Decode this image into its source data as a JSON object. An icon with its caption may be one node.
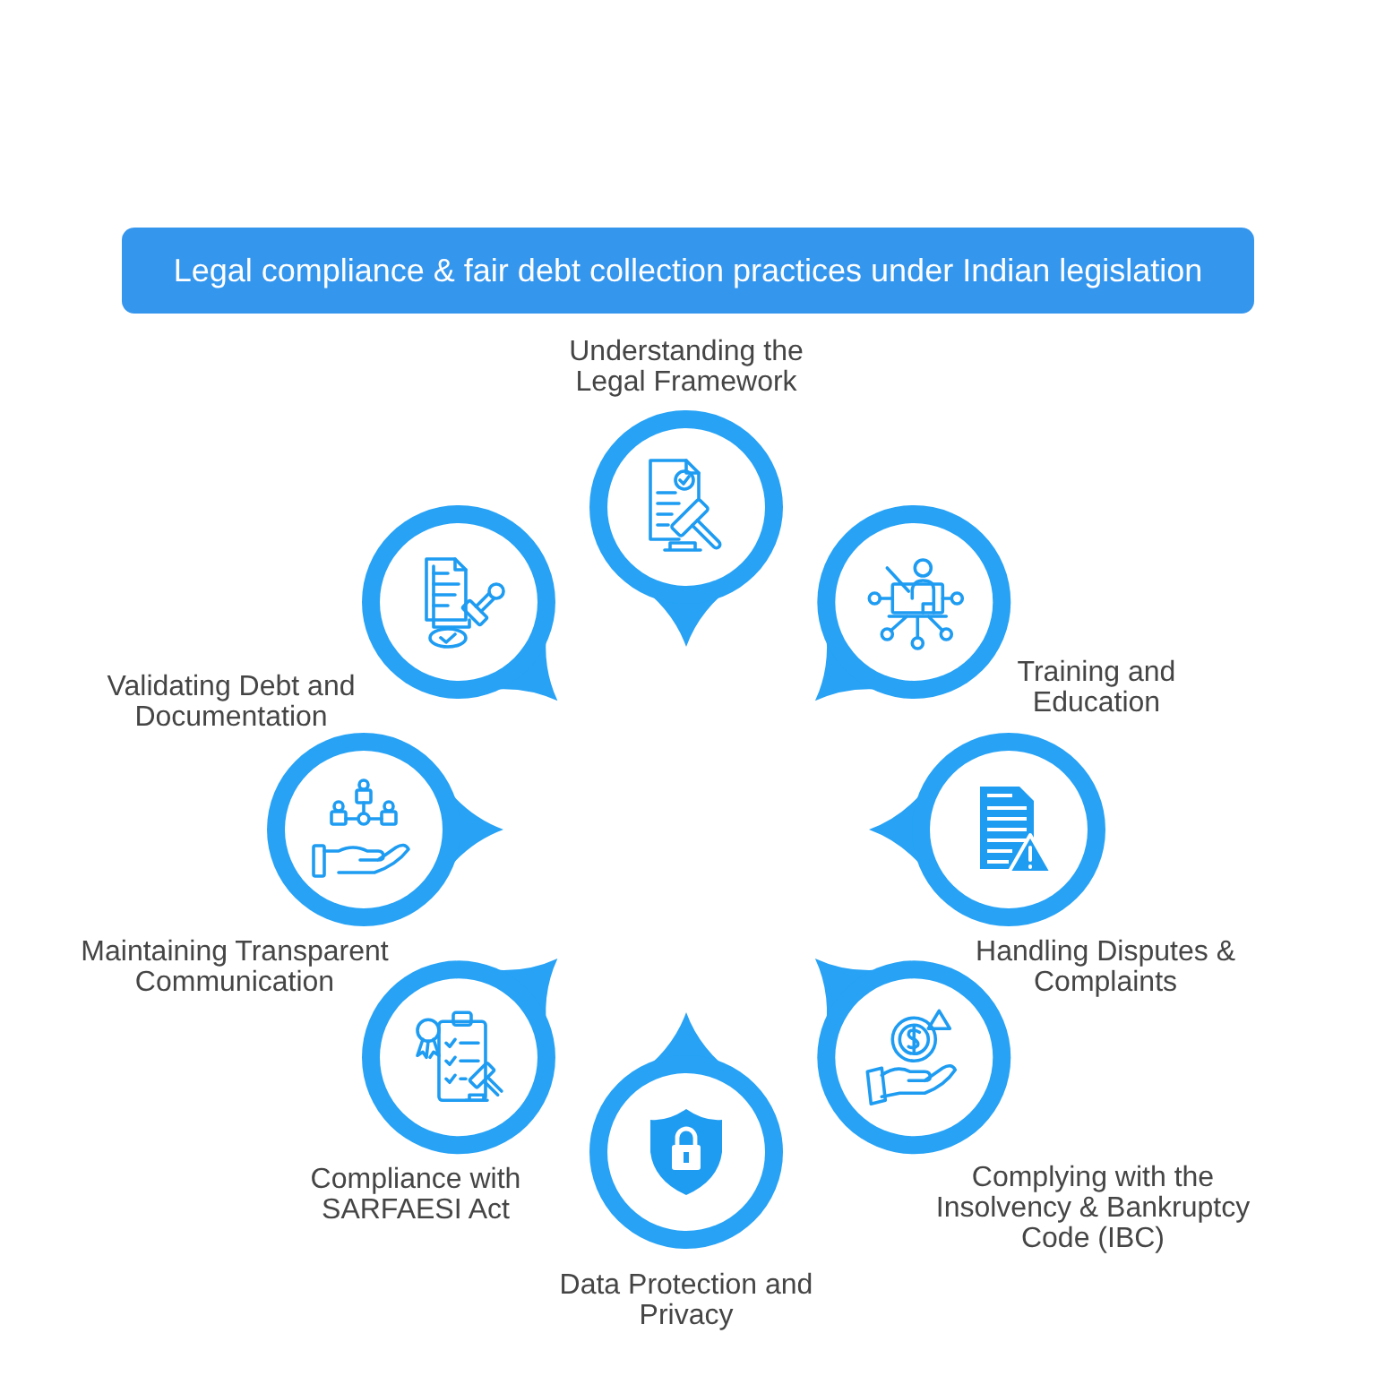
{
  "diagram": {
    "title": "Legal compliance & fair debt collection practices under Indian legislation",
    "nodes": [
      {
        "text": [
          "Understanding the Legal Framework"
        ]
      },
      {
        "text": [
          "Training and Education"
        ]
      },
      {
        "text": [
          "Handling Disputes & Complaints"
        ]
      },
      {
        "text": [
          "Complying with the Insolvency & Bankruptcy Code (IBC)"
        ]
      },
      {
        "text": [
          "Data Protection and Privacy"
        ]
      },
      {
        "text": [
          "Compliance with SARFAESI Act"
        ]
      },
      {
        "text": [
          "Maintaining Transparent Communication"
        ]
      },
      {
        "text": [
          "Validating Debt and Documentation"
        ]
      }
    ]
  }
}
